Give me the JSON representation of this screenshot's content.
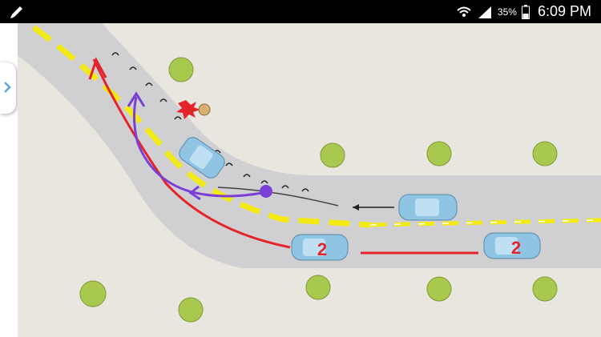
{
  "status_bar": {
    "battery_percent": "35%",
    "time": "6:09 PM",
    "icons": [
      "edit-icon",
      "wifi-icon",
      "signal-icon",
      "battery-icon"
    ]
  },
  "side_panel": {
    "icon": "chevron-right-icon"
  },
  "diagram": {
    "car_labels": [
      "2",
      "2"
    ],
    "colors": {
      "ground": "#e9e5df",
      "road": "#d0d0d2",
      "center_line": "#f2ea12",
      "red_path": "#e3242b",
      "purple_path": "#7b3fd6",
      "car": "#8fc4e3",
      "tree": "#a9c94e"
    }
  }
}
